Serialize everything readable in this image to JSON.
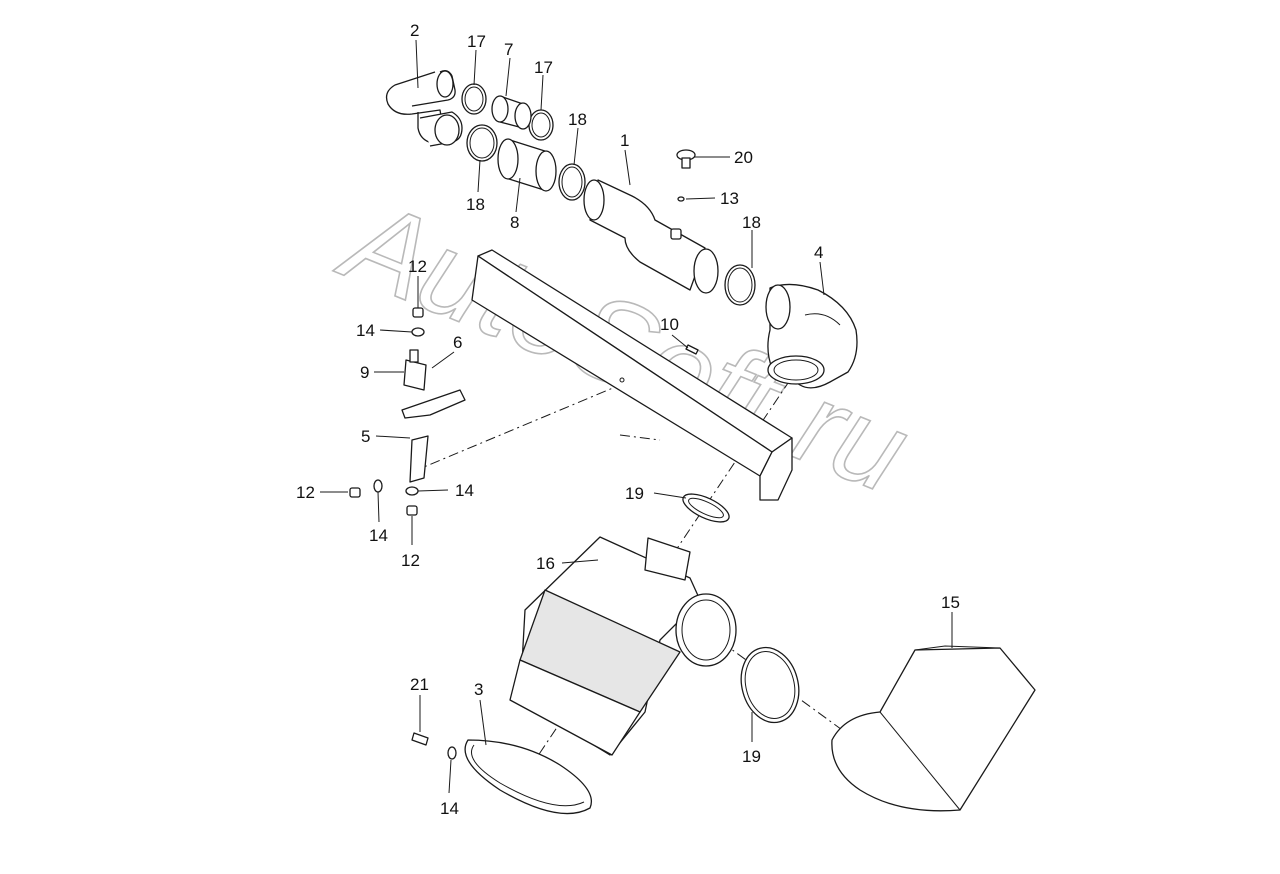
{
  "watermark": "AutoSoft.ru",
  "callouts": {
    "c1": "1",
    "c2": "2",
    "c3": "3",
    "c4": "4",
    "c5": "5",
    "c6": "6",
    "c7": "7",
    "c8": "8",
    "c9": "9",
    "c10": "10",
    "c13": "13",
    "c12a": "12",
    "c12b": "12",
    "c12c": "12",
    "c14a": "14",
    "c14b": "14",
    "c14c": "14",
    "c14d": "14",
    "c15": "15",
    "c16": "16",
    "c17a": "17",
    "c17b": "17",
    "c18a": "18",
    "c18b": "18",
    "c18c": "18",
    "c19a": "19",
    "c19b": "19",
    "c20": "20",
    "c21": "21"
  },
  "colors": {
    "line": "#1a1a1a",
    "background": "#ffffff",
    "watermark": "#b9b9b9"
  }
}
